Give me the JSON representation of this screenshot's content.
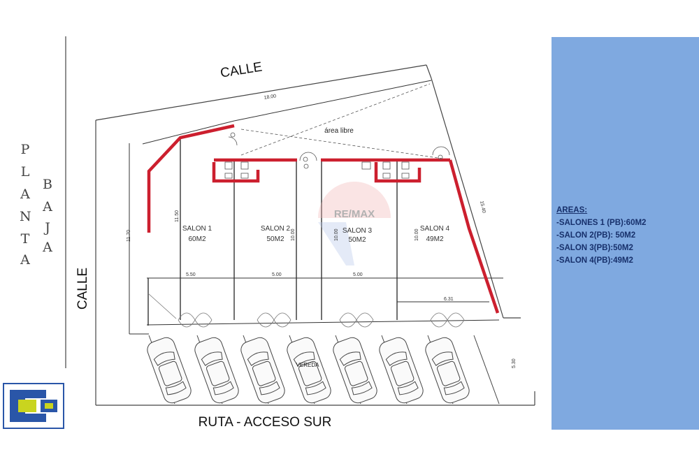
{
  "labels": {
    "street_top": "CALLE",
    "street_left": "CALLE",
    "road_bottom": "RUTA - ACCESO SUR",
    "free_area": "área libre",
    "sidewalk": "VEREDA",
    "watermark": "RE/MAX"
  },
  "side_title": {
    "column_1": [
      "P",
      "L",
      "A",
      "N",
      "T",
      "A"
    ],
    "column_2": [
      "B",
      "A",
      "J",
      "A"
    ]
  },
  "rooms": [
    {
      "name": "SALON 1",
      "area": "60M2"
    },
    {
      "name": "SALON 2",
      "area": "50M2"
    },
    {
      "name": "SALON 3",
      "area": "50M2"
    },
    {
      "name": "SALON 4",
      "area": "49M2"
    }
  ],
  "dimensions": {
    "top": "18.00",
    "right": "15.40",
    "left_outer": "11.70",
    "salon1_height": "11.50",
    "salon2_height": "10.00",
    "salon3_height": "10.00",
    "salon4_height": "10.00",
    "salon1_width": "5.50",
    "salon2_width": "5.00",
    "salon3_width": "5.00",
    "salon4_width": "6.31",
    "sidewalk_depth": "5.30"
  },
  "areas_panel": {
    "title": "AREAS:",
    "items": [
      "-SALONES 1 (PB):60M2",
      "-SALON 2(PB): 50M2",
      "-SALON 3(PB):50M2",
      "-SALON 4(PB):49M2"
    ]
  },
  "colors": {
    "wall_red": "#cc1f2e",
    "panel_blue": "#7fa9e0",
    "panel_text": "#17306b",
    "logo_blue": "#2a56a8",
    "logo_yellow": "#c9d41f"
  }
}
